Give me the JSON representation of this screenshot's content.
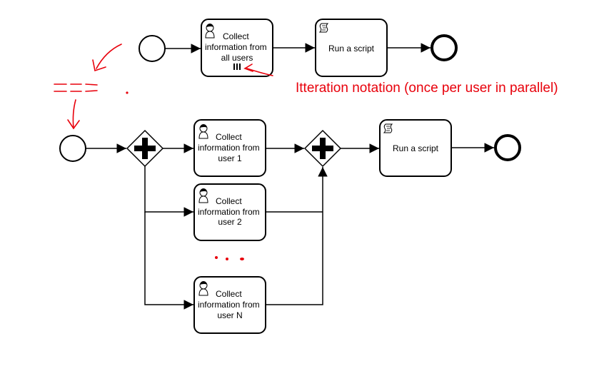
{
  "top_flow": {
    "task_collect": {
      "lines": [
        "Collect",
        "information from",
        "all users"
      ]
    },
    "task_script": {
      "label": "Run a script"
    }
  },
  "annotation": {
    "text": "Itteration notation (once per user in parallel)",
    "color": "#e8000b"
  },
  "bottom_flow": {
    "task_user_1": {
      "lines": [
        "Collect",
        "information from",
        "user 1"
      ]
    },
    "task_user_2": {
      "lines": [
        "Collect",
        "information from",
        "user 2"
      ]
    },
    "task_user_n": {
      "lines": [
        "Collect",
        "information from",
        "user N"
      ]
    },
    "task_script": {
      "label": "Run a script"
    }
  },
  "icons": {
    "user_task": "user-task-icon",
    "script_task": "script-task-icon",
    "parallel_gateway": "parallel-gateway-icon",
    "multi_instance": "parallel-multi-instance-marker-icon"
  }
}
